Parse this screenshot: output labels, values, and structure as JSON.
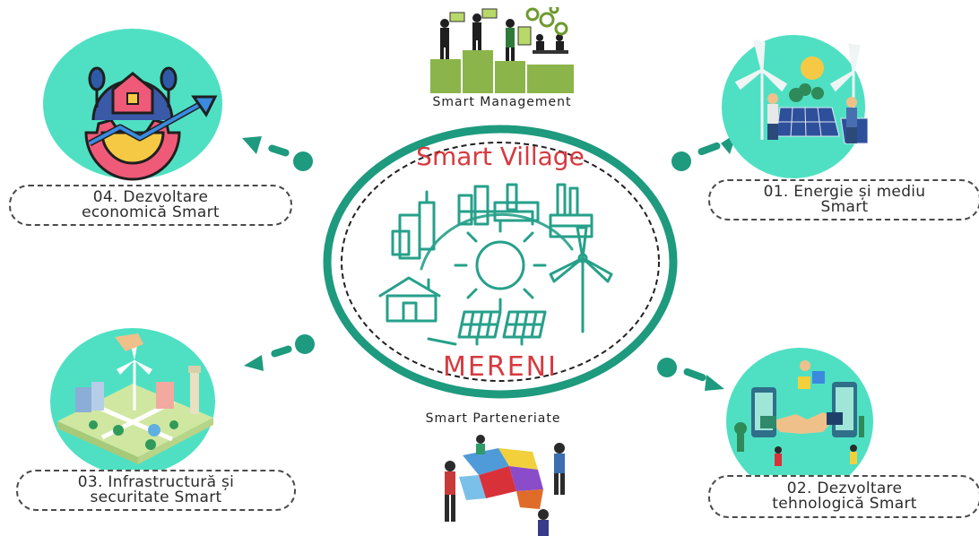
{
  "center": {
    "title": "Smart Village",
    "subtitle": "MERENI"
  },
  "top": {
    "caption": "Smart Management"
  },
  "bottom": {
    "caption": "Smart Parteneriate"
  },
  "nodes": [
    {
      "line1": "01. Energie și mediu",
      "line2": "Smart"
    },
    {
      "line1": "02. Dezvoltare",
      "line2": "tehnologică Smart"
    },
    {
      "line1": "03. Infrastructură și",
      "line2": "securitate Smart"
    },
    {
      "line1": "04. Dezvoltare",
      "line2": "economică Smart"
    }
  ],
  "colors": {
    "teal": "#1e9a7e",
    "mint": "#4fe0c3",
    "red": "#d63a3f",
    "line_art": "#26a08a"
  }
}
